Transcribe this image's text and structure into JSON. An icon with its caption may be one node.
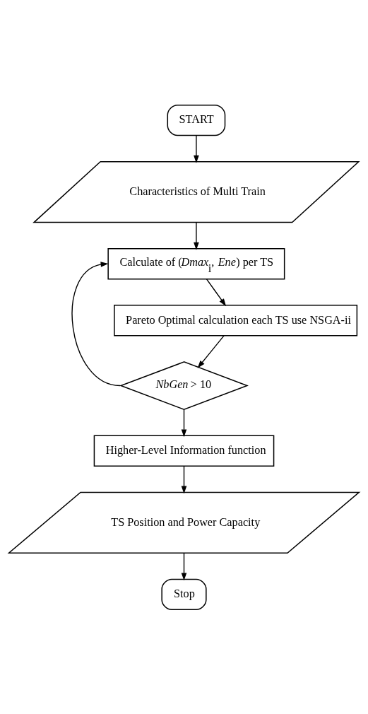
{
  "diagram": {
    "nodes": [
      {
        "text": [
          "START"
        ]
      },
      {
        "text": [
          "Characteristics of Multi Train"
        ]
      },
      {
        "text": [
          "Calculate of (*Dmax*$_{i}$, *Ene*) per TS"
        ]
      },
      {
        "text": [
          "Pareto Optimal calculation each TS use NSGA-ii"
        ]
      },
      {
        "text": [
          "*NbGen* > 10"
        ]
      },
      {
        "text": [
          "Higher-Level Information function"
        ]
      },
      {
        "text": [
          "TS Position and Power Capacity"
        ]
      },
      {
        "text": [
          "Stop"
        ]
      }
    ],
    "edges": [
      {
        "from": 0,
        "to": 1,
        "arrow": "to"
      },
      {
        "from": 1,
        "to": 2,
        "arrow": "to"
      },
      {
        "from": 2,
        "to": 3,
        "arrow": "to"
      },
      {
        "from": 3,
        "to": 4,
        "arrow": "to"
      },
      {
        "from": 4,
        "to": 2,
        "arrow": "to"
      },
      {
        "from": 4,
        "to": 5,
        "arrow": "to"
      },
      {
        "from": 5,
        "to": 6,
        "arrow": "to"
      },
      {
        "from": 6,
        "to": 7,
        "arrow": "to"
      }
    ]
  }
}
